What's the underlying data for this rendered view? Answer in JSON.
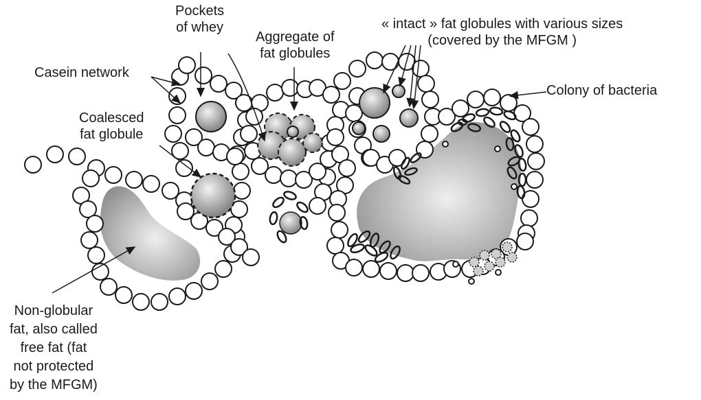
{
  "labels": {
    "pockets": [
      "Pockets",
      "of whey"
    ],
    "aggregate": [
      "Aggregate of",
      "fat globules"
    ],
    "intact": [
      "« intact » fat globules with various sizes",
      "(covered by the MFGM )"
    ],
    "casein": "Casein network",
    "colony": "Colony of bacteria",
    "coalesced": [
      "Coalesced",
      "fat globule"
    ],
    "nonglobular": [
      "Non-globular",
      "fat, also called",
      "free fat (fat",
      "not protected",
      "by the MFGM)"
    ]
  },
  "colors": {
    "stroke": "#1a1a1a",
    "fat_light": "#f2f2f2",
    "fat_dark": "#7a7a7a",
    "background": "#ffffff"
  },
  "icons": [
    "casein-micelle-circle",
    "fat-globule",
    "bacterium-ellipse",
    "arrow"
  ]
}
